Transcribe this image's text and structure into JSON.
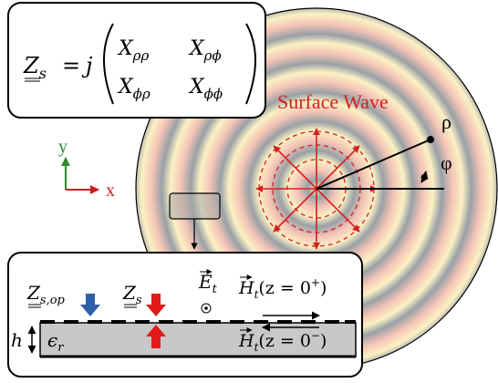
{
  "surface_wave_label": "Surface Wave",
  "coords": {
    "rho": "ρ",
    "phi": "φ"
  },
  "axes": {
    "x": "x",
    "y": "y"
  },
  "impedance_box": {
    "lhs": "Z",
    "lhs_sub": "s",
    "eq": "=",
    "j": "j",
    "X": "X",
    "sub_rr": "ρρ",
    "sub_rp": "ρϕ",
    "sub_pr": "ϕρ",
    "sub_pp": "ϕϕ"
  },
  "cross_section": {
    "z_op": "Z",
    "z_op_sub": "s,op",
    "z_s": "Z",
    "z_s_sub": "s",
    "e_t": "E",
    "e_t_sub": "t",
    "h_top": "H",
    "h_top_sub": "t",
    "h_top_arg": "(z = 0",
    "h_top_sign": "+",
    "h_bot": "H",
    "h_bot_sub": "t",
    "h_bot_arg": "(z = 0",
    "h_bot_sign": "−",
    "close": ")",
    "h_label": "h",
    "eps": "ϵ",
    "eps_sub": "r"
  },
  "colors": {
    "wave_red": "#d42020",
    "ring_red": "#f4c4b6",
    "ring_gray": "#9aa0a6",
    "ring_yellow": "#fbf1c4",
    "axis_green": "#2e8b2e",
    "axis_red": "#cc1f1f",
    "arrow_blue": "#2f5fa8",
    "arrow_red": "#e21a1a",
    "substrate": "#c8c8c8"
  }
}
